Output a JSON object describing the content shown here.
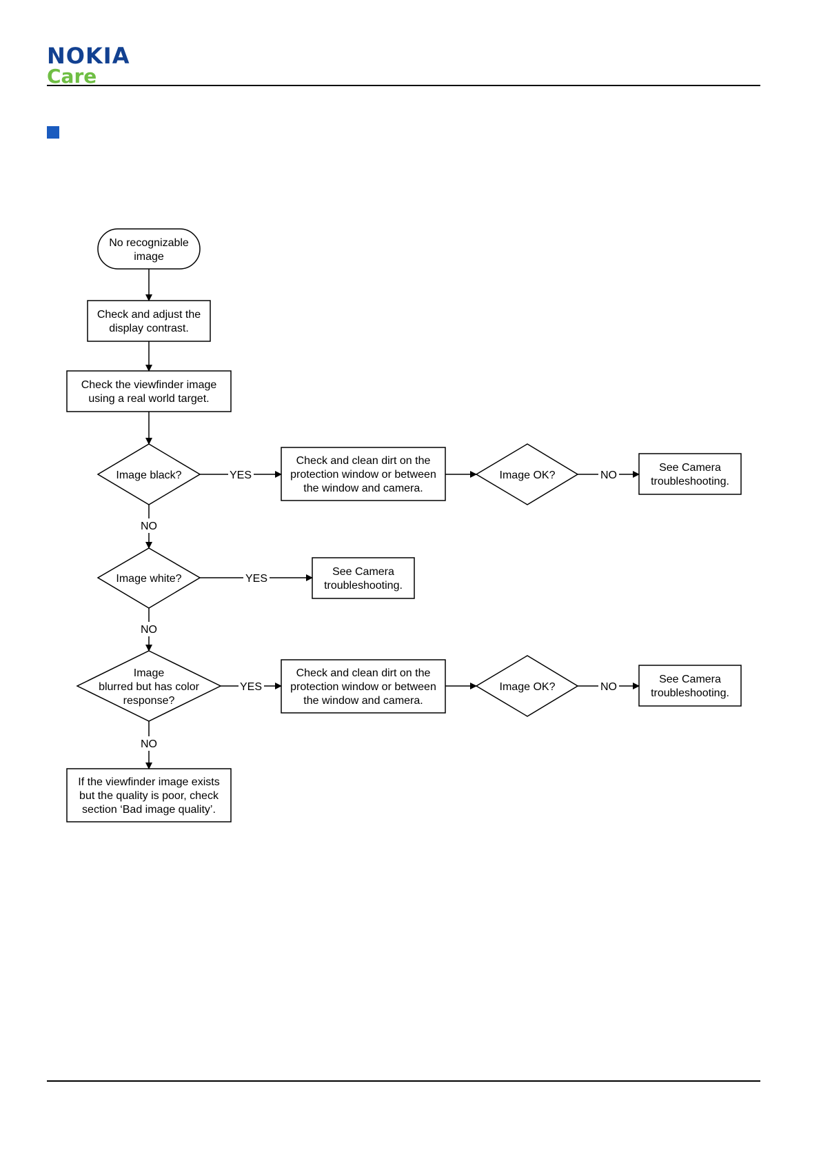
{
  "header": {
    "brand": "NOKIA",
    "sub_brand": "Care",
    "brand_color": "#124191",
    "sub_brand_color": "#6fbe44",
    "bullet_color": "#1a5bbf"
  },
  "flowchart": {
    "start": [
      "No recognizable",
      "image"
    ],
    "adjust_contrast": [
      "Check and adjust the",
      "display contrast."
    ],
    "check_viewfinder": [
      "Check the viewfinder image",
      "using a real world target."
    ],
    "image_black": [
      "Image black?"
    ],
    "clean_dirt_1": [
      "Check and clean dirt on the",
      "protection window or between",
      "the window and camera."
    ],
    "image_ok_1": [
      "Image OK?"
    ],
    "see_camera_1": [
      "See Camera",
      "troubleshooting."
    ],
    "image_white": [
      "Image white?"
    ],
    "see_camera_2": [
      "See Camera",
      "troubleshooting."
    ],
    "image_blurred": [
      "Image",
      "blurred but has color",
      "response?"
    ],
    "clean_dirt_2": [
      "Check and clean dirt on the",
      "protection window or between",
      "the window and camera."
    ],
    "image_ok_2": [
      "Image OK?"
    ],
    "see_camera_3": [
      "See Camera",
      "troubleshooting."
    ],
    "bad_quality": [
      "If the viewfinder image exists",
      "but the quality is poor, check",
      "section ‘Bad image quality’."
    ],
    "labels": {
      "yes": "YES",
      "no": "NO"
    }
  }
}
